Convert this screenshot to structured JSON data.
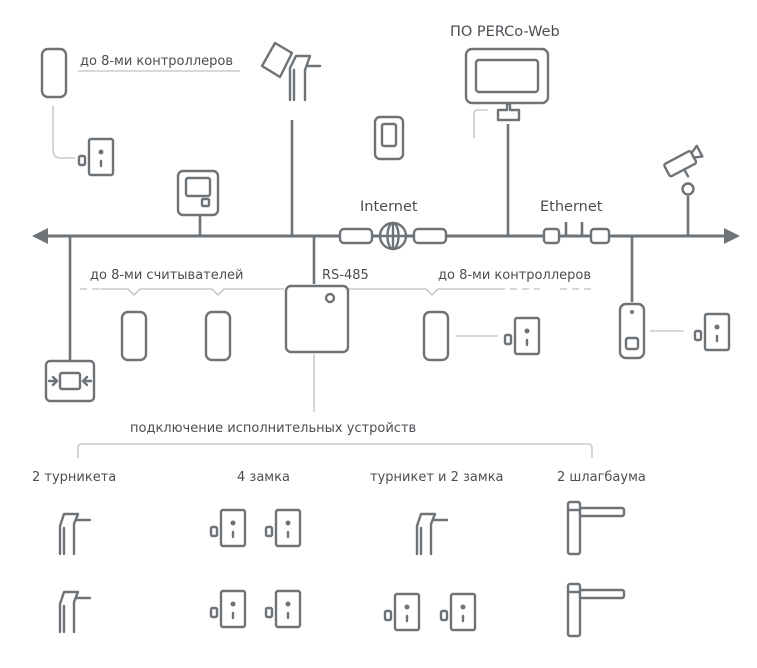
{
  "labels": {
    "web_software": "ПО PERCo-Web",
    "controllers_top": "до 8-ми контроллеров",
    "internet": "Internet",
    "ethernet": "Ethernet",
    "readers": "до 8-ми считывателей",
    "rs485": "RS-485",
    "controllers_bottom": "до 8-ми контроллеров",
    "actuators": "подключение исполнительных устройств"
  },
  "options": [
    {
      "label": "2 турникета"
    },
    {
      "label": "4 замка"
    },
    {
      "label": "турникет и 2 замка"
    },
    {
      "label": "2 шлагбаума"
    }
  ],
  "colors": {
    "line": "#6e7378",
    "light_line": "#c9cbce",
    "text": "#4a4e53"
  }
}
